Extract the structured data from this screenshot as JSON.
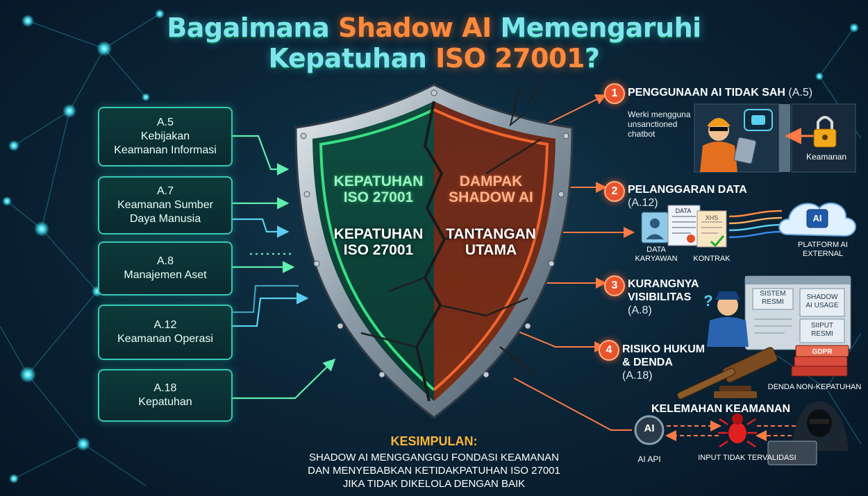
{
  "title": {
    "line1_a": "Bagaimana ",
    "line1_b": "Shadow AI",
    "line1_c": " Memengaruhi",
    "line2_a": "Kepatuhan ",
    "line2_b": "ISO 27001",
    "line2_c": "?"
  },
  "controls": [
    {
      "code": "A.5",
      "line1": "Kebijakan",
      "line2": "Keamanan Informasi"
    },
    {
      "code": "A.7",
      "line1": "Keamanan Sumber",
      "line2": "Daya Manusia"
    },
    {
      "code": "A.8",
      "line1": "Manajemen Aset",
      "line2": ""
    },
    {
      "code": "A.12",
      "line1": "Keamanan Operasi",
      "line2": ""
    },
    {
      "code": "A.18",
      "line1": "Kepatuhan",
      "line2": ""
    }
  ],
  "shield": {
    "left_top_1": "KEPATUHAN",
    "left_top_2": "ISO 27001",
    "left_mid_1": "KEPATUHAN",
    "left_mid_2": "ISO 27001",
    "right_top_1": "DAMPAK",
    "right_top_2": "SHADOW AI",
    "right_mid_1": "TANTANGAN",
    "right_mid_2": "UTAMA"
  },
  "risks": [
    {
      "num": "1",
      "title": "PENGGUNAAN AI TIDAK SAH",
      "ref": "(A.5)"
    },
    {
      "num": "2",
      "title": "PELANGGARAN DATA",
      "ref": "(A.12)"
    },
    {
      "num": "3",
      "title_1": "KURANGNYA",
      "title_2": "VISIBILITAS",
      "ref": "(A.8)"
    },
    {
      "num": "4",
      "title_1": "RISIKO HUKUM",
      "title_2": "& DENDA",
      "ref": "(A.18)"
    }
  ],
  "risk1": {
    "note_1": "Werki mengguna",
    "note_2": "unsanctioned",
    "note_3": "chatbot",
    "lock_label": "Keamanan"
  },
  "risk2": {
    "doc_tag_1": "DATA",
    "doc_tag_2": "XHS",
    "label_data_1": "DATA",
    "label_data_2": "KARYAWAN",
    "label_contract": "KONTRAK",
    "cloud_text": "AI",
    "platform_1": "PLATFORM AI",
    "platform_2": "EXTERNAL"
  },
  "risk3": {
    "q": "?",
    "panel_1a": "SISTEM",
    "panel_1b": "RESMI",
    "panel_2a": "SHADOW",
    "panel_2b": "AI USAGE",
    "panel_3a": "SIIPUT",
    "panel_3b": "RESMI"
  },
  "risk4": {
    "stamp": "GDPR",
    "fine_label": "DENDA NON-KEPATUHAN"
  },
  "weakness": {
    "title": "KELEMAHAN KEAMANAN",
    "ai_badge": "AI",
    "ai_label": "AI API",
    "input_label": "INPUT TIDAK TERVALIDASI"
  },
  "conclusion": {
    "title": "KESIMPULAN:",
    "line1": "SHADOW AI MENGGANGGU FONDASI KEAMANAN",
    "line2": "DAN MENYEBABKAN KETIDAKPATUHAN ISO 27001",
    "line3": "JIKA TIDAK DIKELOLA DENGAN BAIK"
  },
  "colors": {
    "green": "#36e08a",
    "orange": "#ff6a2e",
    "teal": "#7ee6ea",
    "accent": "#ffb43c"
  }
}
